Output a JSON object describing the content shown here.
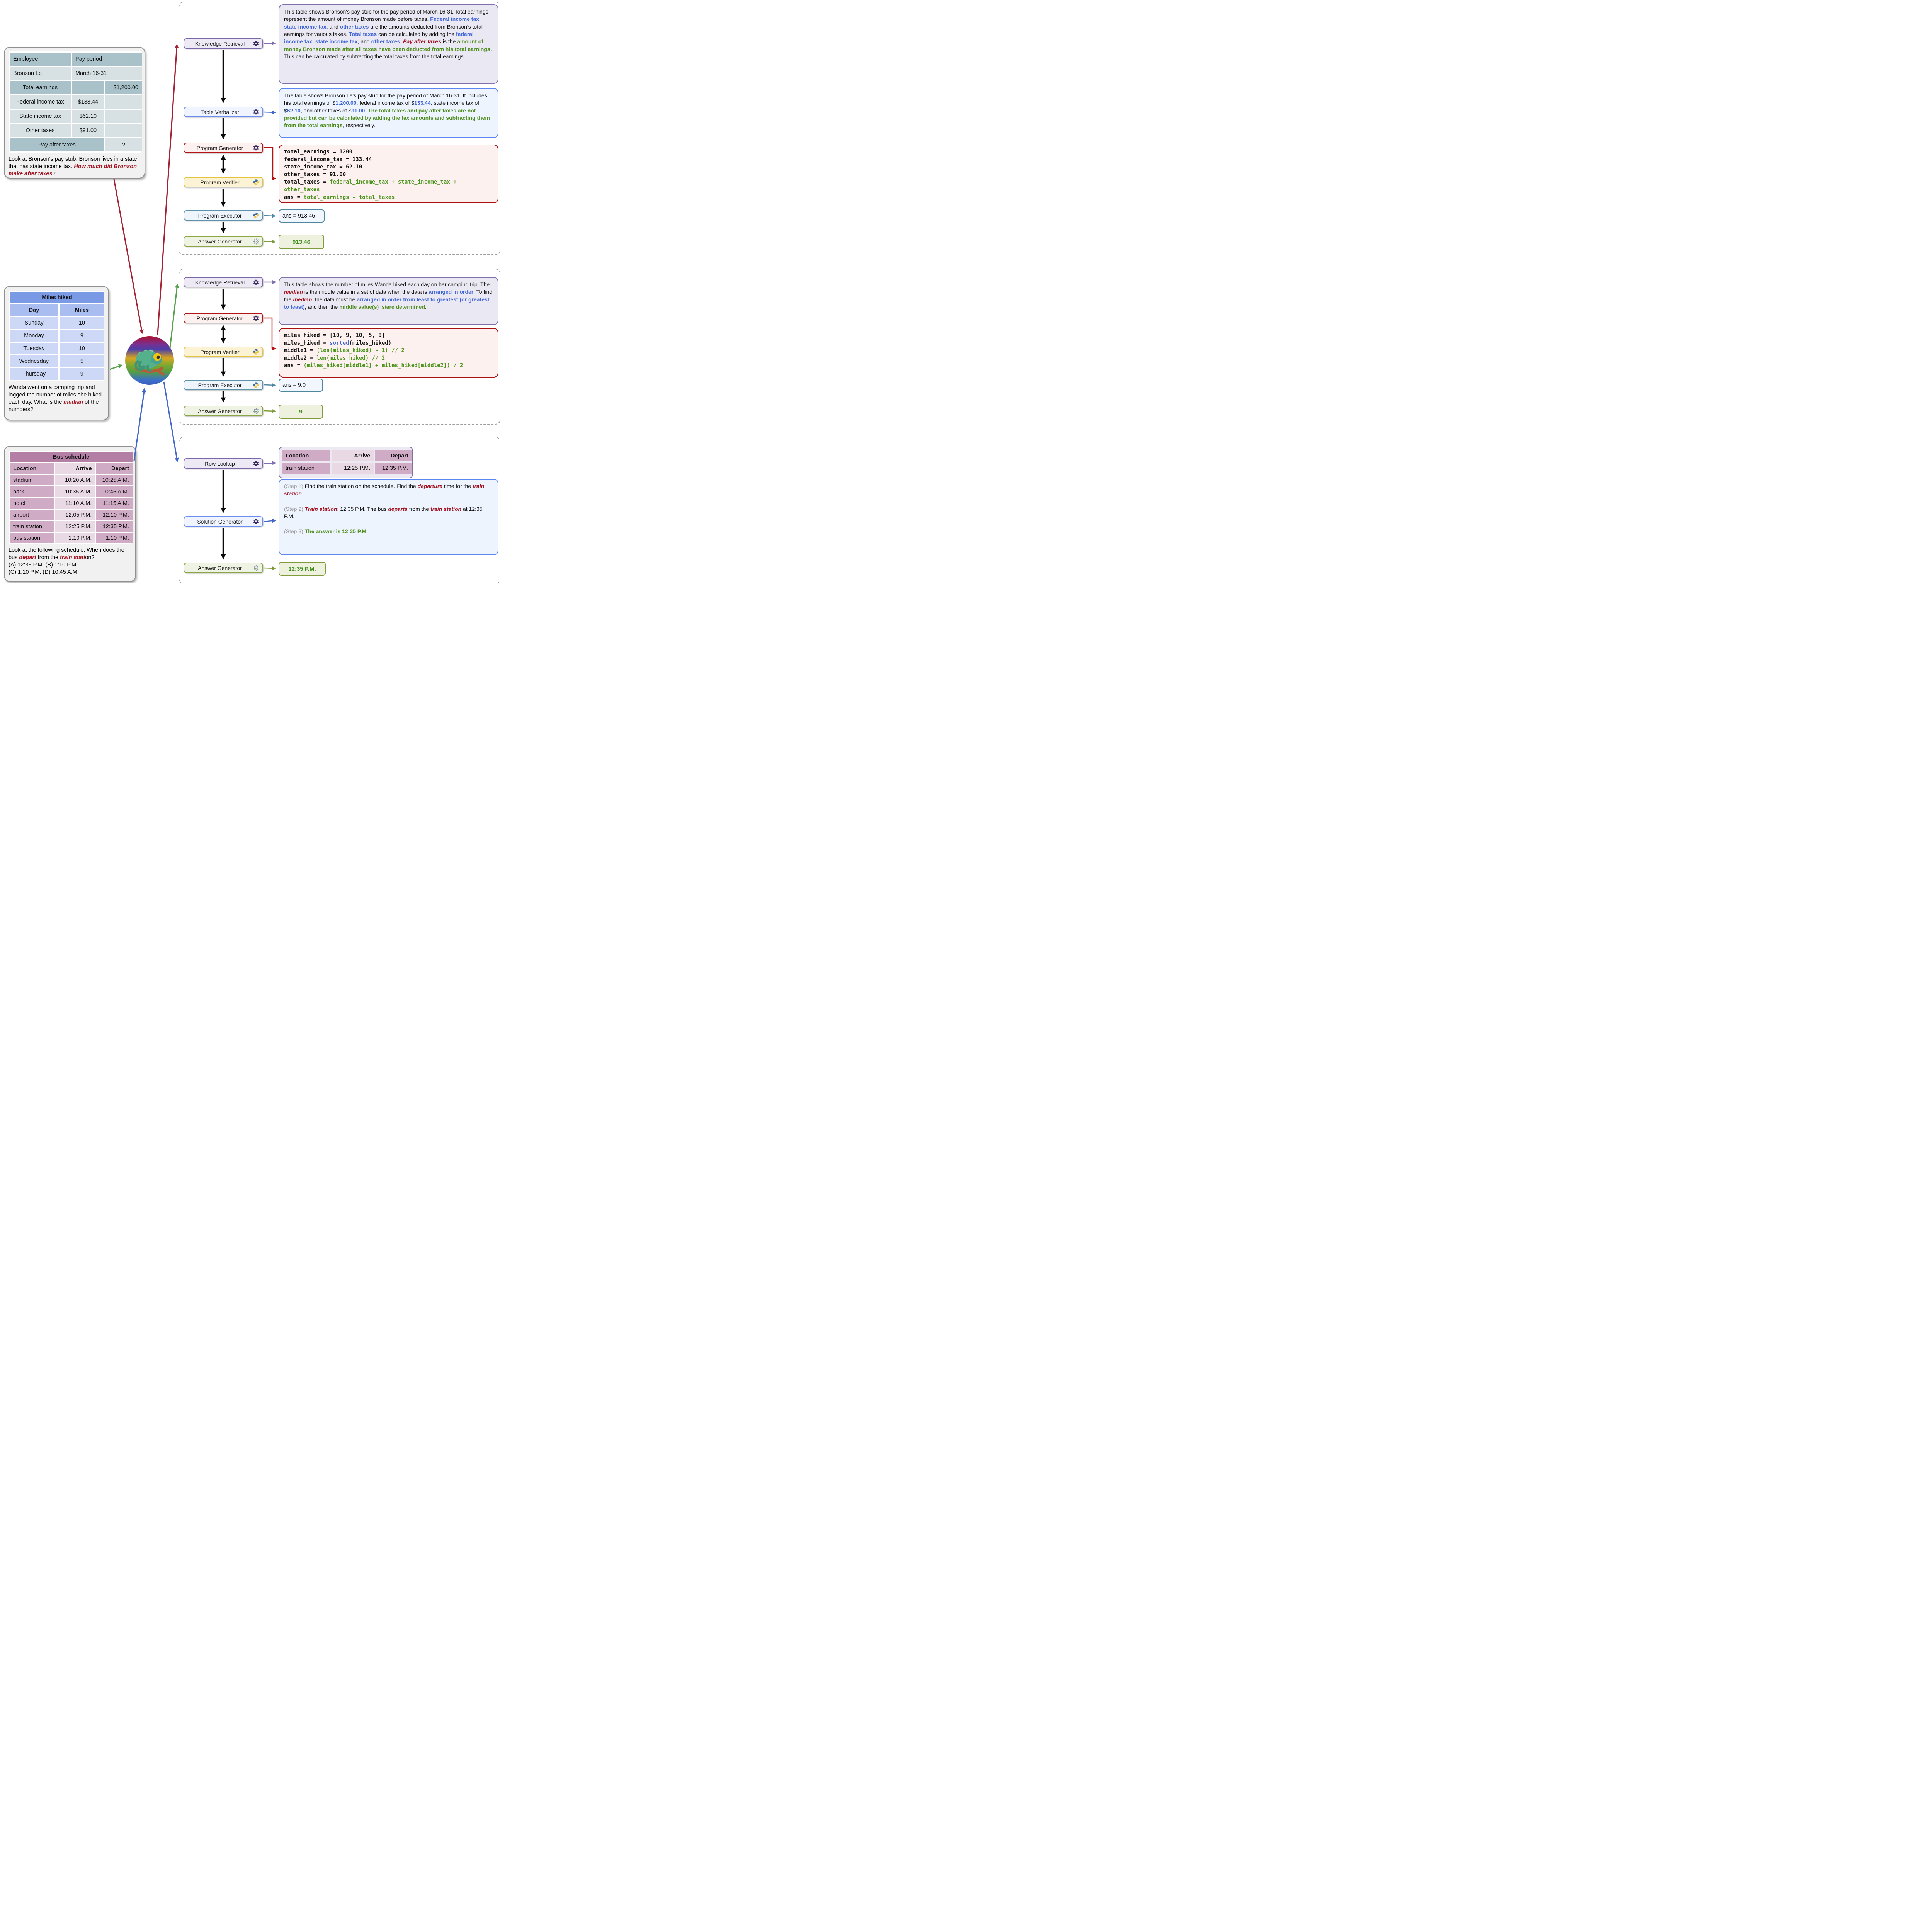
{
  "colors": {
    "accent_blue": "#4066d8",
    "accent_green": "#4e8c1e",
    "accent_darkred": "#a31220",
    "module_purple": "#7a68ab",
    "module_blue": "#6a8df2",
    "module_red": "#b11414",
    "module_gold": "#e6c33c",
    "module_teal": "#5d92ab",
    "module_olive": "#8ba646",
    "arrow_red": "#a42133",
    "arrow_green": "#57a14e",
    "arrow_blue": "#4368c8"
  },
  "cards": {
    "pay": {
      "table": {
        "rows": [
          {
            "cells": [
              "Employee",
              "Pay period"
            ]
          },
          {
            "cells": [
              "Bronson Le",
              "March 16-31"
            ]
          },
          {
            "cells": [
              "Total earnings",
              "",
              "$1,200.00"
            ]
          },
          {
            "cells": [
              "Federal income tax",
              "$133.44",
              ""
            ]
          },
          {
            "cells": [
              "State income tax",
              "$62.10",
              ""
            ]
          },
          {
            "cells": [
              "Other taxes",
              "$91.00",
              ""
            ]
          },
          {
            "cells": [
              "Pay after taxes",
              "?"
            ]
          }
        ]
      },
      "question": [
        {
          "t": "Look at Bronson's pay stub. Bronson lives in a state that has state income tax. "
        },
        {
          "t": "How much did Bronson make after taxes",
          "s": "r"
        },
        {
          "t": "?"
        }
      ]
    },
    "miles": {
      "title": "Miles hiked",
      "headers": [
        "Day",
        "Miles"
      ],
      "rows": [
        [
          "Sunday",
          "10"
        ],
        [
          "Monday",
          "9"
        ],
        [
          "Tuesday",
          "10"
        ],
        [
          "Wednesday",
          "5"
        ],
        [
          "Thursday",
          "9"
        ]
      ],
      "question": [
        {
          "t": "Wanda went on a camping trip and logged the number of miles she hiked each day. What is the "
        },
        {
          "t": "median",
          "s": "r"
        },
        {
          "t": " of the numbers?"
        }
      ]
    },
    "bus": {
      "title": "Bus schedule",
      "headers": [
        "Location",
        "Arrive",
        "Depart"
      ],
      "rows": [
        [
          "stadium",
          "10:20 A.M.",
          "10:25 A.M."
        ],
        [
          "park",
          "10:35 A.M.",
          "10:45 A.M."
        ],
        [
          "hotel",
          "11:10 A.M.",
          "11:15 A.M."
        ],
        [
          "airport",
          "12:05 P.M.",
          "12:10 P.M."
        ],
        [
          "train station",
          "12:25 P.M.",
          "12:35 P.M."
        ],
        [
          "bus station",
          "1:10 P.M.",
          "1:10 P.M."
        ]
      ],
      "question": [
        {
          "t": "Look at the following schedule. When does the bus "
        },
        {
          "t": "depart",
          "s": "r"
        },
        {
          "t": " from the "
        },
        {
          "t": "train stati",
          "s": "r"
        },
        {
          "t": "on?"
        }
      ],
      "options": [
        "(A) 12:35 P.M. (B) 1:10 P.M.",
        "(C) 1:10 P.M. (D) 10:45 A.M."
      ]
    }
  },
  "pipelines": [
    {
      "modules": [
        {
          "label": "Knowledge Retrieval",
          "icon": "openai"
        },
        {
          "label": "Table Verbalizer",
          "icon": "openai"
        },
        {
          "label": "Program Generator",
          "icon": "openai"
        },
        {
          "label": "Program Verifier",
          "icon": "python"
        },
        {
          "label": "Program Executor",
          "icon": "python"
        },
        {
          "label": "Answer Generator",
          "icon": "gear-check"
        }
      ],
      "kr_text": [
        {
          "t": "This table shows Bronson's pay stub for the pay period of March 16-31.Total earnings represent the amount of money Bronson made before taxes. "
        },
        {
          "t": "Federal income tax",
          "s": "b"
        },
        {
          "t": ", "
        },
        {
          "t": "state income tax",
          "s": "b"
        },
        {
          "t": ", and "
        },
        {
          "t": "other taxes",
          "s": "b"
        },
        {
          "t": " are the amounts deducted from Bronson's total earnings for various taxes. "
        },
        {
          "t": "Total taxes",
          "s": "b"
        },
        {
          "t": " can be calculated by adding the "
        },
        {
          "t": "federal income tax",
          "s": "b"
        },
        {
          "t": ", "
        },
        {
          "t": "state income tax",
          "s": "b"
        },
        {
          "t": ", and "
        },
        {
          "t": "other taxes",
          "s": "b"
        },
        {
          "t": ". "
        },
        {
          "t": "Pay after taxes",
          "s": "r"
        },
        {
          "t": " is the "
        },
        {
          "t": "amount of money Bronson made after all taxes have been deducted from his total earnings",
          "s": "g"
        },
        {
          "t": ". This can be calculated by subtracting the total taxes from the total earnings."
        }
      ],
      "tv_text": [
        {
          "t": "The table shows Bronson Le's pay stub for the pay period of March 16-31. It includes his total earnings of $"
        },
        {
          "t": "1,200.00",
          "s": "b"
        },
        {
          "t": ", federal income tax of $"
        },
        {
          "t": "133.44",
          "s": "b"
        },
        {
          "t": ", state income tax of $"
        },
        {
          "t": "62.10",
          "s": "b"
        },
        {
          "t": ", and other taxes of $"
        },
        {
          "t": "91.00",
          "s": "b"
        },
        {
          "t": ". "
        },
        {
          "t": "The total taxes and pay after taxes are not provided but can be calculated by adding the tax amounts and subtracting them from the total earnings",
          "s": "g"
        },
        {
          "t": ", respectively."
        }
      ],
      "code": [
        [
          {
            "t": "total_earnings = 1200"
          }
        ],
        [
          {
            "t": "federal_income_tax = 133.44"
          }
        ],
        [
          {
            "t": "state_income_tax = 62.10"
          }
        ],
        [
          {
            "t": "other_taxes = 91.00"
          }
        ],
        [
          {
            "t": "total_taxes = "
          },
          {
            "t": "federal_income_tax + state_income_tax + other_taxes",
            "s": "cg"
          }
        ],
        [
          {
            "t": "ans = "
          },
          {
            "t": "total_earnings - total_taxes",
            "s": "cg"
          }
        ]
      ],
      "exec_output": "ans = 913.46",
      "final_answer": "913.46"
    },
    {
      "modules": [
        {
          "label": "Knowledge Retrieval",
          "icon": "openai"
        },
        {
          "label": "Program Generator",
          "icon": "openai"
        },
        {
          "label": "Program Verifier",
          "icon": "python"
        },
        {
          "label": "Program Executor",
          "icon": "python"
        },
        {
          "label": "Answer Generator",
          "icon": "gear-check"
        }
      ],
      "kr_text": [
        {
          "t": "This table shows the number of miles Wanda hiked each day on her camping trip. The "
        },
        {
          "t": "median",
          "s": "r"
        },
        {
          "t": " is the middle value in a set of data when the data is "
        },
        {
          "t": "arranged in order",
          "s": "b"
        },
        {
          "t": ". To find the "
        },
        {
          "t": "median",
          "s": "r"
        },
        {
          "t": ", the data must be "
        },
        {
          "t": "arranged in order from least to greatest (or greatest to least)",
          "s": "b"
        },
        {
          "t": ", and then the "
        },
        {
          "t": "middle value(s) is/are determined",
          "s": "g"
        },
        {
          "t": "."
        }
      ],
      "code": [
        [
          {
            "t": "miles_hiked = [10, 9, 10, 5, 9]"
          }
        ],
        [
          {
            "t": "miles_hiked = "
          },
          {
            "t": "sorted",
            "s": "cb"
          },
          {
            "t": "(miles_hiked)"
          }
        ],
        [
          {
            "t": "middle1 = "
          },
          {
            "t": "(len(miles_hiked) - 1) // 2",
            "s": "cg"
          }
        ],
        [
          {
            "t": "middle2 = "
          },
          {
            "t": "len(miles_hiked) // 2",
            "s": "cg"
          }
        ],
        [
          {
            "t": "ans = "
          },
          {
            "t": "(miles_hiked[middle1] + miles_hiked[middle2]) / 2",
            "s": "cg"
          }
        ]
      ],
      "exec_output": "ans = 9.0",
      "final_answer": "9"
    },
    {
      "modules": [
        {
          "label": "Row Lookup",
          "icon": "openai"
        },
        {
          "label": "Solution Generator",
          "icon": "openai"
        },
        {
          "label": "Answer Generator",
          "icon": "gear-check"
        }
      ],
      "lookup_table": {
        "headers": [
          "Location",
          "Arrive",
          "Depart"
        ],
        "row": [
          "train station",
          "12:25 P.M.",
          "12:35 P.M."
        ]
      },
      "steps": [
        [
          {
            "t": "(Step 1)",
            "s": "gy"
          },
          {
            "t": " Find the train station on the schedule. Find the "
          },
          {
            "t": "departure",
            "s": "r"
          },
          {
            "t": " time for the "
          },
          {
            "t": "train station",
            "s": "r"
          },
          {
            "t": "."
          }
        ],
        [
          {
            "t": "(Step 2)",
            "s": "gy"
          },
          {
            "t": " "
          },
          {
            "t": "Train station",
            "s": "r"
          },
          {
            "t": ": 12:35 P.M. The bus "
          },
          {
            "t": "departs",
            "s": "r"
          },
          {
            "t": " from the "
          },
          {
            "t": "train station",
            "s": "r"
          },
          {
            "t": " at 12:35 P.M."
          }
        ],
        [
          {
            "t": "(Step 3)",
            "s": "gy"
          },
          {
            "t": " "
          },
          {
            "t": "The answer is 12:35 P.M.",
            "s": "g"
          }
        ]
      ],
      "final_answer": "12:35 P.M."
    }
  ]
}
